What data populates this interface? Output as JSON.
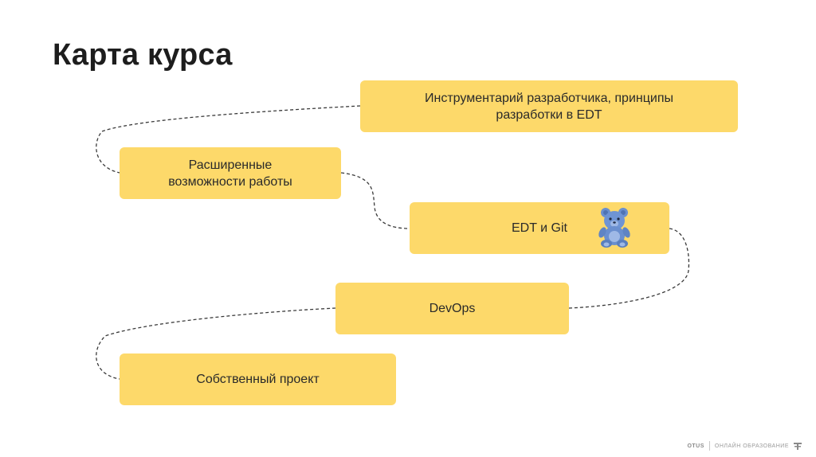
{
  "slide": {
    "title": "Карта курса"
  },
  "steps": [
    {
      "label": "Инструментарий разработчика, принципы\nразработки в EDT"
    },
    {
      "label": "Расширенные\nвозможности работы"
    },
    {
      "label": "EDT и Git",
      "icon": "teddy-bear-icon"
    },
    {
      "label": "DevOps"
    },
    {
      "label": "Собственный проект"
    }
  ],
  "footer": {
    "brand": "OTUS",
    "tagline": "ОНЛАЙН ОБРАЗОВАНИЕ",
    "logo_icon": "otus-logo-icon"
  },
  "colors": {
    "card": "#fdd96a",
    "text": "#2a2a2a",
    "connector": "#3a3a3a",
    "mascot": "#6a8fcf"
  }
}
